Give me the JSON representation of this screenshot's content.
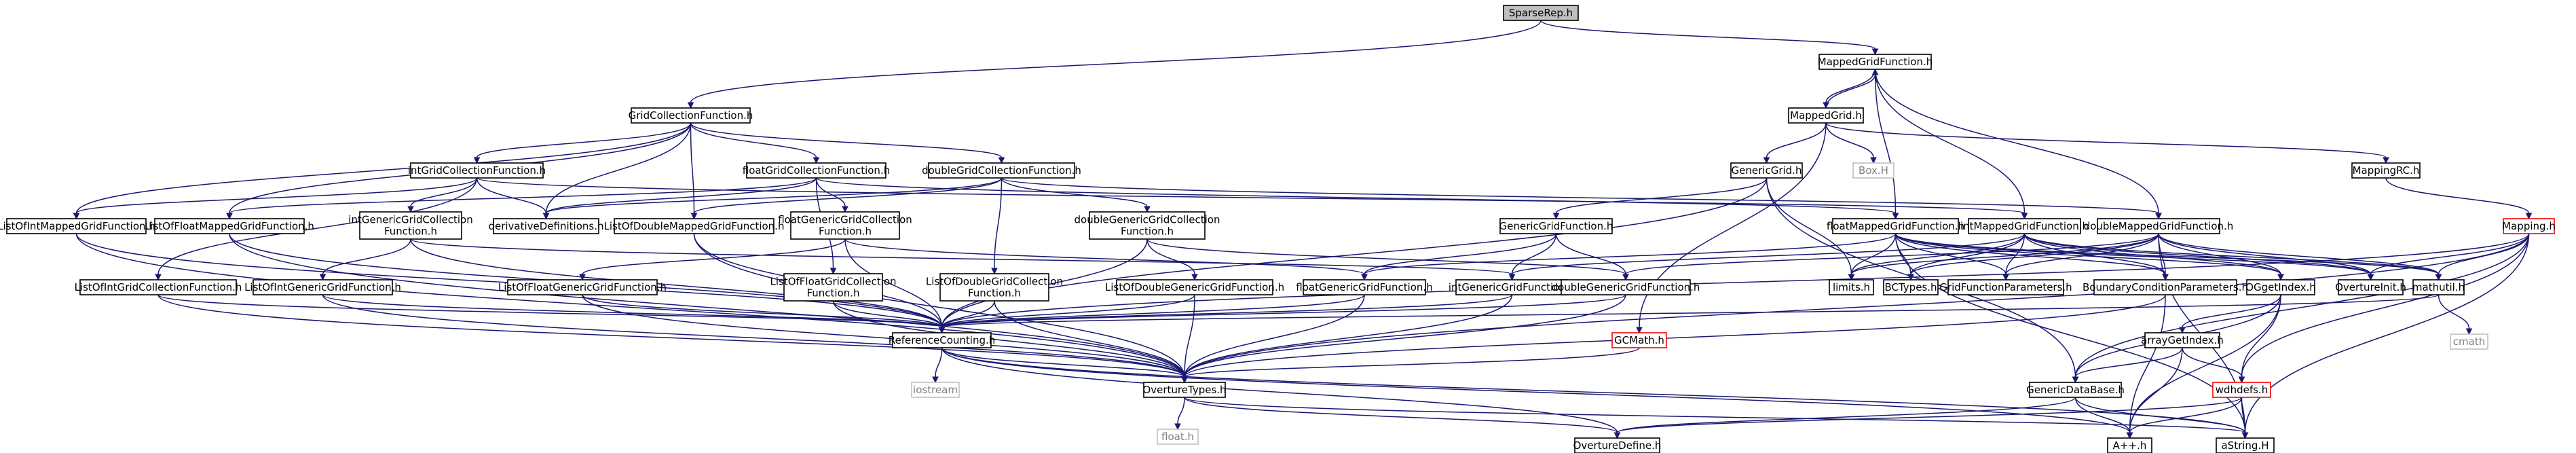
{
  "graph": {
    "title": "SparseRep.h",
    "nodes": [
      {
        "id": "SparseRep",
        "label": "SparseRep.h",
        "style": "root"
      },
      {
        "id": "GridCollectionFunction",
        "label": "GridCollectionFunction.h",
        "style": "normal"
      },
      {
        "id": "MappedGridFunction",
        "label": "MappedGridFunction.h",
        "style": "normal"
      },
      {
        "id": "MappedGrid",
        "label": "MappedGrid.h",
        "style": "normal"
      },
      {
        "id": "GenericGrid",
        "label": "GenericGrid.h",
        "style": "normal"
      },
      {
        "id": "BoxH",
        "label": "Box.H",
        "style": "ext"
      },
      {
        "id": "MappingRC",
        "label": "MappingRC.h",
        "style": "normal"
      },
      {
        "id": "Mapping",
        "label": "Mapping.h",
        "style": "red"
      },
      {
        "id": "intGridCollectionFunction",
        "label": "intGridCollectionFunction.h",
        "style": "normal"
      },
      {
        "id": "floatGridCollectionFunction",
        "label": "floatGridCollectionFunction.h",
        "style": "normal"
      },
      {
        "id": "doubleGridCollectionFunction",
        "label": "doubleGridCollectionFunction.h",
        "style": "normal"
      },
      {
        "id": "ListOfIntMappedGridFunction",
        "label": "ListOfIntMappedGridFunction.h",
        "style": "normal"
      },
      {
        "id": "ListOfFloatMappedGridFunction",
        "label": "ListOfFloatMappedGridFunction.h",
        "style": "normal"
      },
      {
        "id": "intGenericGridCollectionFunction",
        "label": [
          "intGenericGridCollection",
          "Function.h"
        ],
        "style": "normal"
      },
      {
        "id": "derivativeDefinitions",
        "label": "derivativeDefinitions.h",
        "style": "normal"
      },
      {
        "id": "ListOfDoubleMappedGridFunction",
        "label": "ListOfDoubleMappedGridFunction.h",
        "style": "normal"
      },
      {
        "id": "floatGenericGridCollectionFunction",
        "label": [
          "floatGenericGridCollection",
          "Function.h"
        ],
        "style": "normal"
      },
      {
        "id": "doubleGenericGridCollectionFunction",
        "label": [
          "doubleGenericGridCollection",
          "Function.h"
        ],
        "style": "normal"
      },
      {
        "id": "GenericGridFunction",
        "label": "GenericGridFunction.h",
        "style": "normal"
      },
      {
        "id": "floatMappedGridFunction",
        "label": "floatMappedGridFunction.h",
        "style": "normal"
      },
      {
        "id": "intMappedGridFunction",
        "label": "intMappedGridFunction.h",
        "style": "normal"
      },
      {
        "id": "doubleMappedGridFunction",
        "label": "doubleMappedGridFunction.h",
        "style": "normal"
      },
      {
        "id": "ListOfIntGridCollectionFunction",
        "label": "ListOfIntGridCollectionFunction.h",
        "style": "normal"
      },
      {
        "id": "ListOfIntGenericGridFunction",
        "label": "ListOfIntGenericGridFunction.h",
        "style": "normal"
      },
      {
        "id": "ListOfFloatGenericGridFunction",
        "label": "ListOfFloatGenericGridFunction.h",
        "style": "normal"
      },
      {
        "id": "ListOfFloatGridCollectionFunction",
        "label": [
          "ListOfFloatGridCollection",
          "Function.h"
        ],
        "style": "normal"
      },
      {
        "id": "ListOfDoubleGridCollectionFunction",
        "label": [
          "ListOfDoubleGridCollection",
          "Function.h"
        ],
        "style": "normal"
      },
      {
        "id": "ListOfDoubleGenericGridFunction",
        "label": "ListOfDoubleGenericGridFunction.h",
        "style": "normal"
      },
      {
        "id": "floatGenericGridFunction",
        "label": "floatGenericGridFunction.h",
        "style": "normal"
      },
      {
        "id": "intGenericGridFunction",
        "label": "intGenericGridFunction.h",
        "style": "normal"
      },
      {
        "id": "doubleGenericGridFunction",
        "label": "doubleGenericGridFunction.h",
        "style": "normal"
      },
      {
        "id": "limits",
        "label": "limits.h",
        "style": "normal"
      },
      {
        "id": "BCTypes",
        "label": "BCTypes.h",
        "style": "normal"
      },
      {
        "id": "GridFunctionParameters",
        "label": "GridFunctionParameters.h",
        "style": "normal"
      },
      {
        "id": "BoundaryConditionParameters",
        "label": "BoundaryConditionParameters.h",
        "style": "normal"
      },
      {
        "id": "OGgetIndex",
        "label": "OGgetIndex.h",
        "style": "normal"
      },
      {
        "id": "OvertureInit",
        "label": "OvertureInit.h",
        "style": "normal"
      },
      {
        "id": "mathutil",
        "label": "mathutil.h",
        "style": "normal"
      },
      {
        "id": "cmath",
        "label": "cmath",
        "style": "ext"
      },
      {
        "id": "ReferenceCounting",
        "label": "ReferenceCounting.h",
        "style": "normal"
      },
      {
        "id": "GCMath",
        "label": "GCMath.h",
        "style": "red"
      },
      {
        "id": "arrayGetIndex",
        "label": "arrayGetIndex.h",
        "style": "normal"
      },
      {
        "id": "iostream",
        "label": "iostream",
        "style": "ext"
      },
      {
        "id": "OvertureTypes",
        "label": "OvertureTypes.h",
        "style": "normal"
      },
      {
        "id": "GenericDataBase",
        "label": "GenericDataBase.h",
        "style": "normal"
      },
      {
        "id": "wdhdefs",
        "label": "wdhdefs.h",
        "style": "red"
      },
      {
        "id": "floath",
        "label": "float.h",
        "style": "ext"
      },
      {
        "id": "OvertureDefine",
        "label": "OvertureDefine.h",
        "style": "normal"
      },
      {
        "id": "App",
        "label": "A++.h",
        "style": "normal"
      },
      {
        "id": "aString",
        "label": "aString.H",
        "style": "normal"
      }
    ],
    "edges": [
      [
        "SparseRep",
        "GridCollectionFunction"
      ],
      [
        "SparseRep",
        "MappedGridFunction"
      ],
      [
        "MappedGridFunction",
        "MappedGrid"
      ],
      [
        "MappedGrid",
        "MappedGridFunction"
      ],
      [
        "MappedGridFunction",
        "floatMappedGridFunction"
      ],
      [
        "MappedGridFunction",
        "intMappedGridFunction"
      ],
      [
        "MappedGridFunction",
        "doubleMappedGridFunction"
      ],
      [
        "MappedGrid",
        "GenericGrid"
      ],
      [
        "MappedGrid",
        "BoxH"
      ],
      [
        "MappedGrid",
        "MappingRC"
      ],
      [
        "MappedGrid",
        "GCMath"
      ],
      [
        "MappingRC",
        "Mapping"
      ],
      [
        "GenericGrid",
        "ReferenceCounting"
      ],
      [
        "GenericGrid",
        "limits"
      ],
      [
        "GenericGrid",
        "GenericDataBase"
      ],
      [
        "GenericGrid",
        "GenericGridFunction"
      ],
      [
        "GridCollectionFunction",
        "intGridCollectionFunction"
      ],
      [
        "GridCollectionFunction",
        "floatGridCollectionFunction"
      ],
      [
        "GridCollectionFunction",
        "doubleGridCollectionFunction"
      ],
      [
        "GridCollectionFunction",
        "ListOfIntMappedGridFunction"
      ],
      [
        "GridCollectionFunction",
        "ListOfFloatMappedGridFunction"
      ],
      [
        "GridCollectionFunction",
        "ListOfDoubleMappedGridFunction"
      ],
      [
        "GridCollectionFunction",
        "derivativeDefinitions"
      ],
      [
        "intGridCollectionFunction",
        "ListOfIntMappedGridFunction"
      ],
      [
        "intGridCollectionFunction",
        "intGenericGridCollectionFunction"
      ],
      [
        "intGridCollectionFunction",
        "derivativeDefinitions"
      ],
      [
        "intGridCollectionFunction",
        "ListOfIntGridCollectionFunction"
      ],
      [
        "intGridCollectionFunction",
        "intMappedGridFunction"
      ],
      [
        "floatGridCollectionFunction",
        "ListOfFloatMappedGridFunction"
      ],
      [
        "floatGridCollectionFunction",
        "floatGenericGridCollectionFunction"
      ],
      [
        "floatGridCollectionFunction",
        "derivativeDefinitions"
      ],
      [
        "floatGridCollectionFunction",
        "ListOfFloatGridCollectionFunction"
      ],
      [
        "floatGridCollectionFunction",
        "floatMappedGridFunction"
      ],
      [
        "doubleGridCollectionFunction",
        "ListOfDoubleMappedGridFunction"
      ],
      [
        "doubleGridCollectionFunction",
        "doubleGenericGridCollectionFunction"
      ],
      [
        "doubleGridCollectionFunction",
        "derivativeDefinitions"
      ],
      [
        "doubleGridCollectionFunction",
        "ListOfDoubleGridCollectionFunction"
      ],
      [
        "doubleGridCollectionFunction",
        "doubleMappedGridFunction"
      ],
      [
        "ListOfIntMappedGridFunction",
        "ReferenceCounting"
      ],
      [
        "ListOfIntMappedGridFunction",
        "OvertureTypes"
      ],
      [
        "ListOfFloatMappedGridFunction",
        "ReferenceCounting"
      ],
      [
        "ListOfFloatMappedGridFunction",
        "OvertureTypes"
      ],
      [
        "ListOfDoubleMappedGridFunction",
        "ReferenceCounting"
      ],
      [
        "ListOfDoubleMappedGridFunction",
        "OvertureTypes"
      ],
      [
        "intGenericGridCollectionFunction",
        "ListOfIntGenericGridFunction"
      ],
      [
        "intGenericGridCollectionFunction",
        "intGenericGridFunction"
      ],
      [
        "intGenericGridCollectionFunction",
        "ReferenceCounting"
      ],
      [
        "floatGenericGridCollectionFunction",
        "ListOfFloatGenericGridFunction"
      ],
      [
        "floatGenericGridCollectionFunction",
        "floatGenericGridFunction"
      ],
      [
        "floatGenericGridCollectionFunction",
        "ReferenceCounting"
      ],
      [
        "doubleGenericGridCollectionFunction",
        "ListOfDoubleGenericGridFunction"
      ],
      [
        "doubleGenericGridCollectionFunction",
        "doubleGenericGridFunction"
      ],
      [
        "doubleGenericGridCollectionFunction",
        "ReferenceCounting"
      ],
      [
        "ListOfIntGridCollectionFunction",
        "ReferenceCounting"
      ],
      [
        "ListOfIntGridCollectionFunction",
        "OvertureTypes"
      ],
      [
        "ListOfIntGenericGridFunction",
        "ReferenceCounting"
      ],
      [
        "ListOfIntGenericGridFunction",
        "OvertureTypes"
      ],
      [
        "ListOfFloatGenericGridFunction",
        "ReferenceCounting"
      ],
      [
        "ListOfFloatGenericGridFunction",
        "OvertureTypes"
      ],
      [
        "ListOfFloatGridCollectionFunction",
        "ReferenceCounting"
      ],
      [
        "ListOfFloatGridCollectionFunction",
        "OvertureTypes"
      ],
      [
        "ListOfDoubleGridCollectionFunction",
        "ReferenceCounting"
      ],
      [
        "ListOfDoubleGridCollectionFunction",
        "OvertureTypes"
      ],
      [
        "ListOfDoubleGenericGridFunction",
        "ReferenceCounting"
      ],
      [
        "ListOfDoubleGenericGridFunction",
        "OvertureTypes"
      ],
      [
        "GenericGridFunction",
        "floatGenericGridFunction"
      ],
      [
        "GenericGridFunction",
        "intGenericGridFunction"
      ],
      [
        "GenericGridFunction",
        "doubleGenericGridFunction"
      ],
      [
        "floatGenericGridFunction",
        "ReferenceCounting"
      ],
      [
        "floatGenericGridFunction",
        "OvertureTypes"
      ],
      [
        "intGenericGridFunction",
        "ReferenceCounting"
      ],
      [
        "intGenericGridFunction",
        "OvertureTypes"
      ],
      [
        "doubleGenericGridFunction",
        "ReferenceCounting"
      ],
      [
        "doubleGenericGridFunction",
        "OvertureTypes"
      ],
      [
        "floatMappedGridFunction",
        "floatGenericGridFunction"
      ],
      [
        "floatMappedGridFunction",
        "limits"
      ],
      [
        "floatMappedGridFunction",
        "BCTypes"
      ],
      [
        "floatMappedGridFunction",
        "GridFunctionParameters"
      ],
      [
        "floatMappedGridFunction",
        "BoundaryConditionParameters"
      ],
      [
        "floatMappedGridFunction",
        "OGgetIndex"
      ],
      [
        "floatMappedGridFunction",
        "OvertureInit"
      ],
      [
        "floatMappedGridFunction",
        "mathutil"
      ],
      [
        "floatMappedGridFunction",
        "aString"
      ],
      [
        "intMappedGridFunction",
        "intGenericGridFunction"
      ],
      [
        "intMappedGridFunction",
        "limits"
      ],
      [
        "intMappedGridFunction",
        "BCTypes"
      ],
      [
        "intMappedGridFunction",
        "GridFunctionParameters"
      ],
      [
        "intMappedGridFunction",
        "BoundaryConditionParameters"
      ],
      [
        "intMappedGridFunction",
        "OGgetIndex"
      ],
      [
        "intMappedGridFunction",
        "OvertureInit"
      ],
      [
        "intMappedGridFunction",
        "mathutil"
      ],
      [
        "doubleMappedGridFunction",
        "doubleGenericGridFunction"
      ],
      [
        "doubleMappedGridFunction",
        "limits"
      ],
      [
        "doubleMappedGridFunction",
        "BCTypes"
      ],
      [
        "doubleMappedGridFunction",
        "GridFunctionParameters"
      ],
      [
        "doubleMappedGridFunction",
        "BoundaryConditionParameters"
      ],
      [
        "doubleMappedGridFunction",
        "OGgetIndex"
      ],
      [
        "doubleMappedGridFunction",
        "OvertureInit"
      ],
      [
        "doubleMappedGridFunction",
        "mathutil"
      ],
      [
        "doubleMappedGridFunction",
        "aString"
      ],
      [
        "Mapping",
        "OvertureInit"
      ],
      [
        "Mapping",
        "mathutil"
      ],
      [
        "Mapping",
        "GenericDataBase"
      ],
      [
        "Mapping",
        "wdhdefs"
      ],
      [
        "Mapping",
        "aString"
      ],
      [
        "Mapping",
        "OvertureTypes"
      ],
      [
        "Mapping",
        "ReferenceCounting"
      ],
      [
        "BoundaryConditionParameters",
        "OvertureTypes"
      ],
      [
        "BoundaryConditionParameters",
        "App"
      ],
      [
        "OGgetIndex",
        "arrayGetIndex"
      ],
      [
        "OGgetIndex",
        "wdhdefs"
      ],
      [
        "OGgetIndex",
        "GenericDataBase"
      ],
      [
        "OGgetIndex",
        "App"
      ],
      [
        "mathutil",
        "ReferenceCounting"
      ],
      [
        "mathutil",
        "cmath"
      ],
      [
        "arrayGetIndex",
        "GenericDataBase"
      ],
      [
        "arrayGetIndex",
        "wdhdefs"
      ],
      [
        "arrayGetIndex",
        "App"
      ],
      [
        "ReferenceCounting",
        "iostream"
      ],
      [
        "ReferenceCounting",
        "OvertureTypes"
      ],
      [
        "ReferenceCounting",
        "OvertureDefine"
      ],
      [
        "ReferenceCounting",
        "App"
      ],
      [
        "ReferenceCounting",
        "aString"
      ],
      [
        "GCMath",
        "OvertureTypes"
      ],
      [
        "OvertureTypes",
        "floath"
      ],
      [
        "OvertureTypes",
        "OvertureDefine"
      ],
      [
        "OvertureTypes",
        "aString"
      ],
      [
        "GenericDataBase",
        "OvertureDefine"
      ],
      [
        "GenericDataBase",
        "App"
      ],
      [
        "GenericDataBase",
        "aString"
      ],
      [
        "wdhdefs",
        "OvertureDefine"
      ],
      [
        "wdhdefs",
        "App"
      ],
      [
        "wdhdefs",
        "aString"
      ]
    ]
  }
}
